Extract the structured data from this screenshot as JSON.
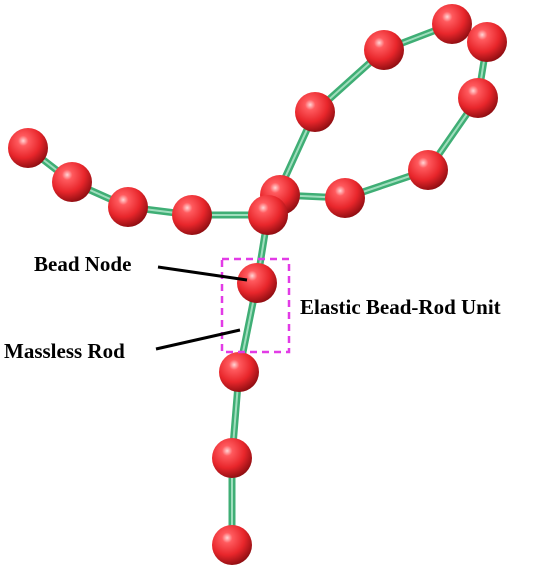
{
  "labels": {
    "bead_node": "Bead Node",
    "massless_rod": "Massless Rod",
    "unit": "Elastic Bead-Rod Unit"
  },
  "colors": {
    "bead": "#e8262b",
    "bead_highlight": "#ffd0d0",
    "bead_shadow": "#8a0c10",
    "rod": "#3fae75",
    "rod_highlight": "#b8ead0",
    "box": "#e23be6",
    "leader_line": "#000000"
  }
}
